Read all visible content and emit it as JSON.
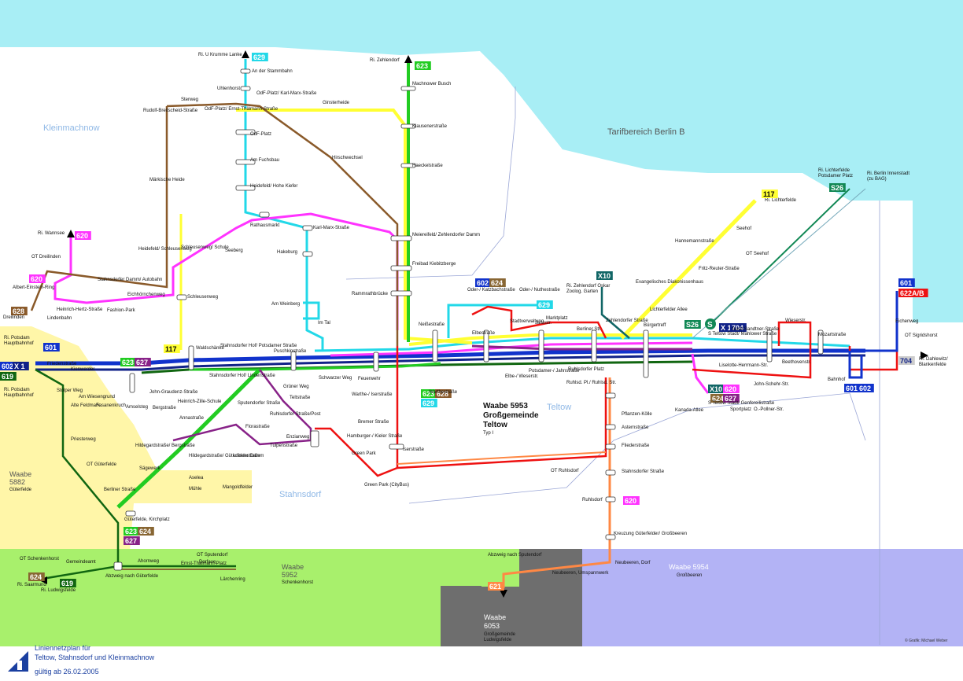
{
  "areas": {
    "kleinmachnow": "Kleinmachnow",
    "tarif_berlin_b": "Tarifbereich Berlin B",
    "stahnsdorf": "Stahnsdorf",
    "teltow": "Teltow",
    "waabe_5953": [
      "Waabe 5953",
      "Großgemeinde",
      "Teltow"
    ],
    "waabe_5953_typ": "Typ I",
    "waabe_5882": [
      "Waabe",
      "5882"
    ],
    "waabe_5882_sub": "Güterfelde",
    "waabe_5952": [
      "Waabe",
      "5952"
    ],
    "waabe_5952_sub": "Schenkenhorst",
    "waabe_5954": "Waabe 5954",
    "waabe_5954_sub": "Großbeeren",
    "waabe_6053": [
      "Waabe",
      "6053",
      "Großgemeinde",
      "Ludwigsfelde"
    ],
    "ot_dreilinden": "OT Dreilinden",
    "ot_seehof": "OT Seehof",
    "ot_sigridshorst": "OT Sigridshorst",
    "ot_ruhlsdorf": "OT Ruhlsdorf",
    "ot_gueterfelde": "OT Güterfelde",
    "ot_sputendorf": "OT Sputendorf",
    "ot_schenkenhorst": "OT Schenkenhorst"
  },
  "directions": {
    "krumme_lanke": "Ri. U Krumme Lanke",
    "zehlendorf": "Ri. Zehlendorf",
    "wannsee": "Ri. Wannsee",
    "lichterfelde": "Ri. Lichterfelde",
    "lichterfelde_ost": [
      "Ri. Lichterfelde",
      "Potsdamer Platz"
    ],
    "berlin_innenstadt": [
      "Ri. Berlin Innenstadt",
      "(zu BAG)"
    ],
    "potsdam_hbf_1": [
      "Ri. Potsdam",
      "Hauptbahnhof"
    ],
    "potsdam_hbf_2": [
      "Ri. Potsdam",
      "Hauptbahnhof"
    ],
    "dahlewitz": [
      "Ri. Dahlewitz/",
      "Blankenfelde"
    ],
    "saarmund": "Ri. Saarmund",
    "ludwigsfelde": "Ri. Ludwigsfelde",
    "zehlendorf_oskar": [
      "Ri. Zehlendorf Oskar",
      "Zoolog. Garten"
    ]
  },
  "badges": [
    {
      "label": "629",
      "bg": "#22d8e8",
      "fg": "#ffffff"
    },
    {
      "label": "623",
      "bg": "#22cc22",
      "fg": "#ffffff"
    },
    {
      "label": "620",
      "bg": "#ff33ff",
      "fg": "#ffffff"
    },
    {
      "label": "620",
      "bg": "#ff33ff",
      "fg": "#ffffff"
    },
    {
      "label": "117",
      "bg": "#ffff33",
      "fg": "#000000"
    },
    {
      "label": "117",
      "bg": "#ffff33",
      "fg": "#000000"
    },
    {
      "label": "601",
      "bg": "#1133cc",
      "fg": "#ffffff"
    },
    {
      "label": "602",
      "bg": "#1133cc",
      "fg": "#ffffff"
    },
    {
      "label": "X 1",
      "bg": "#112288",
      "fg": "#ffffff"
    },
    {
      "label": "619",
      "bg": "#116611",
      "fg": "#ffffff"
    },
    {
      "label": "628",
      "bg": "#8a5a2a",
      "fg": "#ffffff"
    },
    {
      "label": "623",
      "bg": "#22cc22",
      "fg": "#ffffff"
    },
    {
      "label": "627",
      "bg": "#882288",
      "fg": "#ffffff"
    },
    {
      "label": "602",
      "bg": "#1133cc",
      "fg": "#ffffff"
    },
    {
      "label": "624",
      "bg": "#886633",
      "fg": "#ffffff"
    },
    {
      "label": "629",
      "bg": "#22d8e8",
      "fg": "#ffffff"
    },
    {
      "label": "X10",
      "bg": "#116666",
      "fg": "#ffffff"
    },
    {
      "label": "S26",
      "bg": "#118855",
      "fg": "#ffffff"
    },
    {
      "label": "S26",
      "bg": "#118855",
      "fg": "#ffffff"
    },
    {
      "label": "X 1",
      "bg": "#112288",
      "fg": "#ffffff"
    },
    {
      "label": "704",
      "bg": "#112288",
      "fg": "#ffffff"
    },
    {
      "label": "601",
      "bg": "#1133cc",
      "fg": "#ffffff"
    },
    {
      "label": "622A/B",
      "bg": "#ee1111",
      "fg": "#ffffff"
    },
    {
      "label": "704",
      "bg": "#cccccc",
      "fg": "#112288"
    },
    {
      "label": "601",
      "bg": "#1133cc",
      "fg": "#ffffff"
    },
    {
      "label": "602",
      "bg": "#1133cc",
      "fg": "#ffffff"
    },
    {
      "label": "X10",
      "bg": "#116666",
      "fg": "#ffffff"
    },
    {
      "label": "620",
      "bg": "#ff33ff",
      "fg": "#ffffff"
    },
    {
      "label": "624",
      "bg": "#886633",
      "fg": "#ffffff"
    },
    {
      "label": "627",
      "bg": "#882288",
      "fg": "#ffffff"
    },
    {
      "label": "623",
      "bg": "#22cc22",
      "fg": "#ffffff"
    },
    {
      "label": "628",
      "bg": "#8a5a2a",
      "fg": "#ffffff"
    },
    {
      "label": "629",
      "bg": "#22d8e8",
      "fg": "#ffffff"
    },
    {
      "label": "620",
      "bg": "#ff33ff",
      "fg": "#ffffff"
    },
    {
      "label": "623",
      "bg": "#22cc22",
      "fg": "#ffffff"
    },
    {
      "label": "624",
      "bg": "#886633",
      "fg": "#ffffff"
    },
    {
      "label": "627",
      "bg": "#882288",
      "fg": "#ffffff"
    },
    {
      "label": "624",
      "bg": "#886633",
      "fg": "#ffffff"
    },
    {
      "label": "619",
      "bg": "#116611",
      "fg": "#ffffff"
    },
    {
      "label": "621",
      "bg": "#ff8844",
      "fg": "#ffffff"
    }
  ],
  "stops": [
    "An der Stammbahn",
    "Uhlenhorst",
    "OdF-Platz/ Karl-Marx-Straße",
    "Sterweg",
    "Rudolf-Breitscheid-Straße",
    "OdF-Platz/ Ernst-Thälmann-Straße",
    "OdF-Platz",
    "Am Fuchsbau",
    "Heidefeld/ Hohe Kiefer",
    "Märkische Heide",
    "Ginsterheide",
    "Machnower Busch",
    "Klausenerstraße",
    "Hirschwechsel",
    "Haeckelstraße",
    "Rathausmarkt",
    "Karl-Marx-Straße",
    "Hakeburg",
    "Heidefeld/ Schleusenweg",
    "Schleusenweg/ Schule",
    "Seeberg",
    "Meiereifeld/ Zehlendorfer Damm",
    "Freibad Kiebitzberge",
    "Rammrathbrücke",
    "Stahnsdorfer Damm/ Autobahn",
    "Albert-Einstein-Ring",
    "Heinrich-Hertz-Straße",
    "Lindenbahn",
    "Dreilinden",
    "Eichhörnchenweg",
    "Fashion-Park",
    "Schleusenweg",
    "Am Weinberg",
    "Im Tal",
    "Neißestraße",
    "Elbestraße",
    "Oder-/ Katzbachstraße",
    "Oder-/ Nuthestraße",
    "Stadtverwaltung",
    "Jahnstr.",
    "Marktplatz",
    "Berliner Str.",
    "Zehlendorfer Straße",
    "Bürgertreff",
    "Evangelisches Diakonissenhaus",
    "Lichterfelder Allee",
    "Fritz-Reuter-Straße",
    "Hannemannstraße",
    "Seehof",
    "S Teltow Stadt/ Mahlower Straße",
    "Gustl-Sandtner-Straße",
    "Wieserstr.",
    "Mozartstraße",
    "Eichenweg",
    "Beethovenstr.",
    "Bahnhof",
    "Liselotte-Herrmann-Str.",
    "John-Schehr-Str.",
    "S Teltow Stadt/ Genfereilistraße",
    "Kanada-Allee",
    "Sportplatz",
    "O.-Pollner-Str.",
    "Ruhlsdorfer Platz",
    "Ruhlsd. Pl./ Ruhlsd. Str.",
    "Potsdamer-/ Jahnstraße",
    "Elbe-/ Weserstr.",
    "Warthe-/ Iserstraße",
    "Warthestraße",
    "Feuerwehr",
    "Schwarzer Weg",
    "Puschkinstraße",
    "Waldschänke",
    "Stahnsdorfer Hof/ Potsdamer Straße",
    "Stahnsdorfer Hof/ Lindenstraße",
    "Grüner Weg",
    "Teltstraße",
    "Ruhlsdorfer Straße/Post",
    "Sputendorfer Straße",
    "Florastraße",
    "Tulpenstraße",
    "Luisenstraße",
    "Enzianweg",
    "Hamburger-/ Kieler Straße",
    "Green Park",
    "Green Park (CityBus)",
    "Bremer Straße",
    "Iserstraße",
    "Friedenstraße",
    "Kienwerder",
    "Stolper Weg",
    "Am Wiesengrund",
    "Alte Feldmark",
    "Fasanenkruch",
    "John-Graudenz-Straße",
    "Amselsteg",
    "Bergstraße",
    "Heinrich-Zille-Schule",
    "Annastraße",
    "Hildegardstraße/ Bergstraße",
    "Hildegardstraße/ Güterfelder Damm",
    "Sägewerk",
    "Aselea",
    "Mühle",
    "Mangoldfelder",
    "Berliner Straße",
    "Priesterweg",
    "Güterfelde, Kirchplatz",
    "Gemeindeamt",
    "Abzweig nach Güterfelde",
    "Ahornweg",
    "Ernst-Thälmann-Platz",
    "Dorfaue",
    "Lärchenring",
    "Pflanzen-Kölle",
    "Asternstraße",
    "Fliederstraße",
    "Stahnsdorfer Straße",
    "Ruhlsdorf",
    "Kreuzung Güterfelder/ Großbeeren",
    "Abzweig nach Sputendorf",
    "Neubeeren, Dorf",
    "Neubeeren, Umspannwerk"
  ],
  "footer": {
    "title_line1": "Liniennetzplan für",
    "title_line2": "Teltow, Stahnsdorf und Kleinmachnow",
    "valid": "gültig ab 26.02.2005",
    "credit": "© Grafik: Michael Weber"
  },
  "colors": {
    "berlin_b": "#a8eef5",
    "waabe_yellow": "#fff6a8",
    "waabe_green": "#a8f06c",
    "waabe_purple": "#b3b3f5",
    "waabe_gray": "#6e6e6e",
    "line_601": "#1133cc",
    "line_117": "#ffff33",
    "line_620": "#ff33ff",
    "line_623": "#22cc22",
    "line_624": "#886633",
    "line_627": "#882288",
    "line_628": "#8a5a2a",
    "line_629": "#22d8e8",
    "line_622": "#ee1111",
    "line_621": "#ff8844",
    "line_619": "#116611",
    "line_s26": "#118855"
  }
}
